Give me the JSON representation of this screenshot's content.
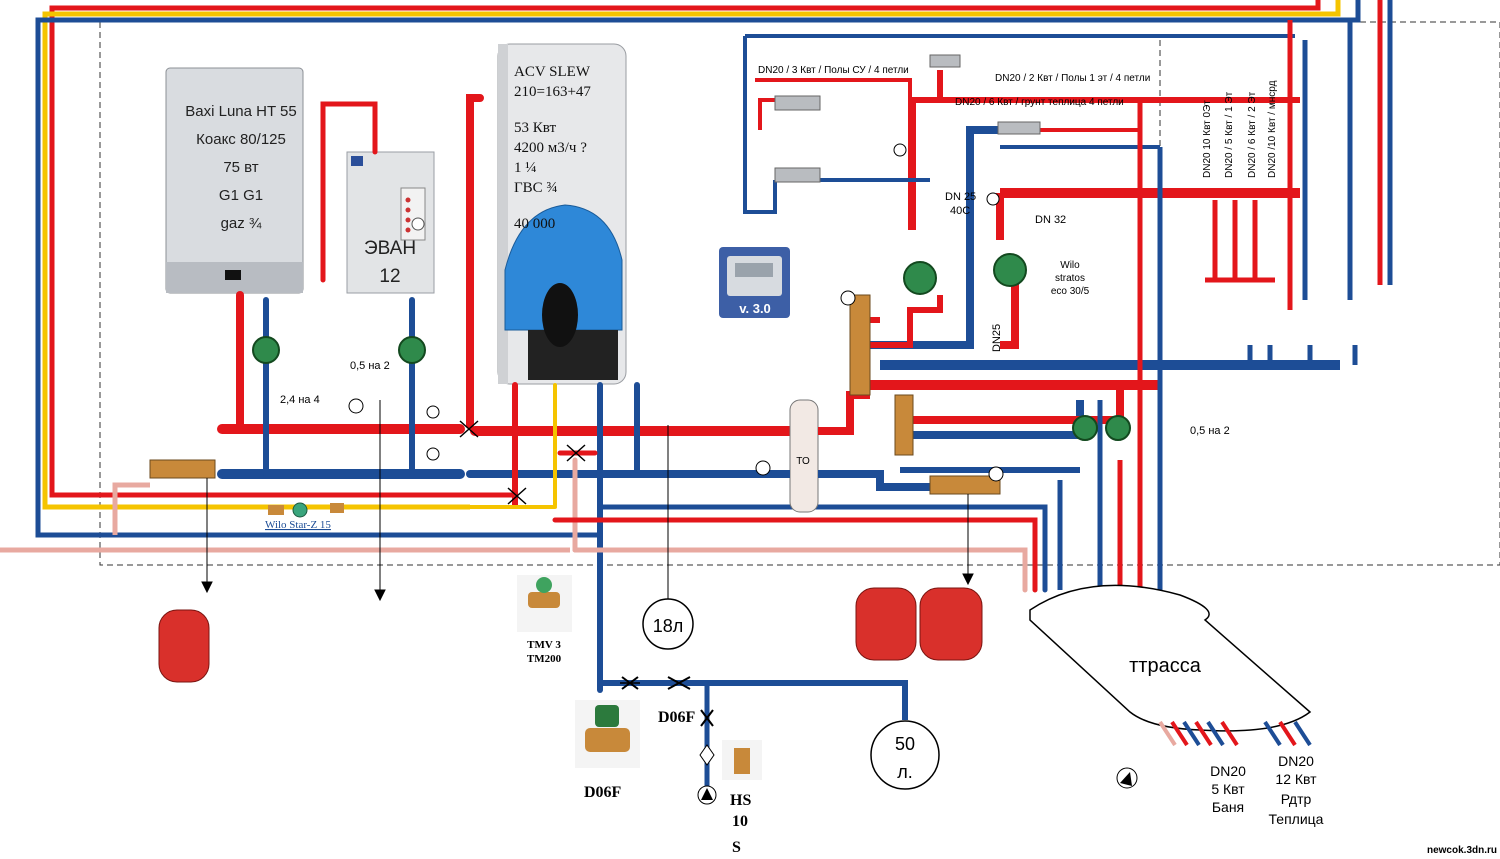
{
  "boiler": {
    "lines": [
      "Baxi Luna HT 55",
      "Коакс 80/125",
      "75 вт",
      "G1 G1",
      "gaz ¾"
    ]
  },
  "evan": {
    "line1": "ЭВАН",
    "line2": "12"
  },
  "tank": {
    "lines": [
      "ACV SLEW",
      "210=163+47",
      "",
      "53 Квт",
      "4200 м3/ч ?",
      "1 ¼",
      "ГВС ¾",
      "",
      "40 000"
    ]
  },
  "controller": {
    "version": "v. 3.0"
  },
  "labels": {
    "pump_small_left": "2,4 на 4",
    "pump_small_mid": "0,5 на 2",
    "pump_small_right": "0,5 на 2",
    "wilo_star": "Wilo Star-Z 15",
    "to": "ТО",
    "tmv_line1": "TMV 3",
    "tmv_line2": "TM200",
    "vessel_18": "18л",
    "vessel_50_line1": "50",
    "vessel_50_line2": "л.",
    "d06f_top": "D06F",
    "d06f_bottom": "D06F",
    "hs_line1": "HS",
    "hs_line2": "10",
    "hs_line3": "S",
    "trassa": "ттрасса",
    "dn25_40c_line1": "DN 25",
    "dn25_40c_line2": "40C",
    "dn32": "DN 32",
    "dn25_vert": "DN25",
    "wilo_stratos_line1": "Wilo",
    "wilo_stratos_line2": "stratos",
    "wilo_stratos_line3": "eco 30/5",
    "floor1": "DN20 / 3 Квт / Полы СУ / 4 петли",
    "floor2": "DN20 / 2 Квт / Полы 1 эт / 4 петли",
    "floor3": "DN20 / 6 Квт / грунт теплица 4 петли",
    "vert1": "DN20 10 Квт 0Эт",
    "vert2": "DN20 / 5 Квт / 1 Эт",
    "vert3": "DN20 / 6 Квт / 2 Эт",
    "vert4": "DN20 /10 Квт / мнсрд",
    "banya_line1": "DN20",
    "banya_line2": "5 Квт",
    "banya_line3": "Баня",
    "teplica_line1": "DN20",
    "teplica_line2": "12 Квт",
    "teplica_line3": "Рдтр",
    "teplica_line4": "Теплица",
    "watermark": "newcok.3dn.ru"
  },
  "colors": {
    "hot": "#e3161b",
    "cold": "#1d4d96",
    "gas": "#f5c400",
    "pink": "#e8a9a0",
    "vessel": "#d9302b",
    "brass": "#c8893a"
  },
  "icons": [
    "pump-icon",
    "valve-icon",
    "thermometer-icon",
    "manometer-icon",
    "expansion-vessel-icon",
    "manifold-icon",
    "mixing-valve-icon"
  ]
}
